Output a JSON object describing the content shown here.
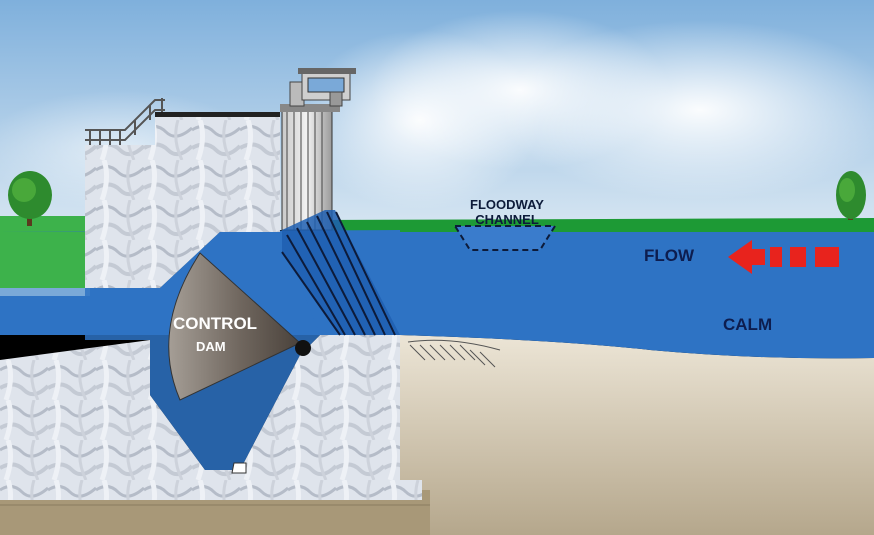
{
  "labels": {
    "floodway": "FLOODWAY",
    "channel": "CHANNEL",
    "flow": "FLOW",
    "calm": "CALM",
    "control": "CONTROL",
    "dam": "DAM"
  },
  "colors": {
    "sky": "#9cc3e0",
    "water": "#2e73c4",
    "grass": "#3db24b",
    "concrete": "#dfe4ec",
    "ground": "#c3b49a",
    "arrow": "#e8231d",
    "gate": "#6e655d"
  }
}
